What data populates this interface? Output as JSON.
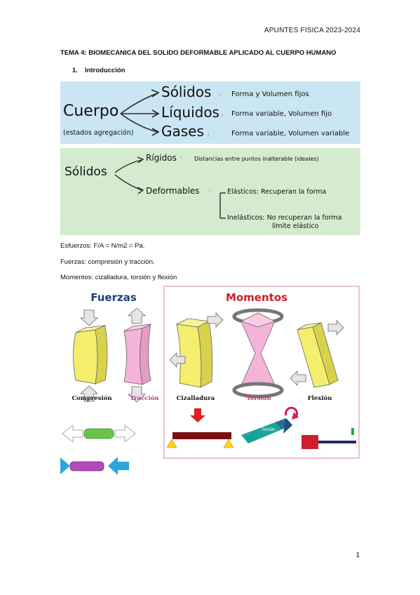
{
  "header": "APUNTES FISICA 2023-2024",
  "title": "TEMA 4: BIOMECANICA DEL SOLIDO DEFORMABLE APLICADO AL CUERPO HUMANO",
  "section": {
    "number": "1.",
    "title": "Introducción"
  },
  "diagram1": {
    "root": "Cuerpo",
    "root_note": "(estados agregación)",
    "items": [
      {
        "state": "Sólidos",
        "sep": ":",
        "desc": "Forma y Volumen fijos"
      },
      {
        "state": "Líquidos",
        "sep": ":",
        "desc": "Forma variable, Volumen fijo"
      },
      {
        "state": "Gases",
        "sep": ":",
        "desc": "Forma variable, Volumen variable"
      }
    ]
  },
  "diagram2": {
    "root": "Sólidos",
    "rigidos": "Rígidos",
    "rigidos_sep": ":",
    "rigidos_desc": "Distancias entre puntos inalterable (ideales)",
    "deformables": "Deformables",
    "deformables_sep": ":",
    "elasticos": "Elásticos: Recuperan la forma",
    "inelasticos_1": "Inelásticos: No recuperan la forma",
    "inelasticos_2": "límite elástico"
  },
  "paragraphs": [
    "Esfuerzos: F/A = N/m2 = Pa.",
    "Fuerzas: compresión y tracción.",
    "Momentos: cizalladura, torsión y flexión"
  ],
  "figure": {
    "fuerzas_title": "Fuerzas",
    "momentos_title": "Momentos",
    "labels": [
      "Compresión",
      "Tracción",
      "Cizalladura",
      "Torsión",
      "Flexión"
    ],
    "torsion_tag": "Torsión"
  },
  "page_number": "1",
  "colors": {
    "box_blue": "#c9e6f2",
    "box_green": "#d4ebcf",
    "fuerzas_blue": "#1f3f7a",
    "momentos_red": "#d0202a",
    "block_yellow": "#f3ee6d",
    "block_pink": "#f5b3d8",
    "traccion_label": "#c0338a",
    "torsion_label": "#d1307a"
  }
}
